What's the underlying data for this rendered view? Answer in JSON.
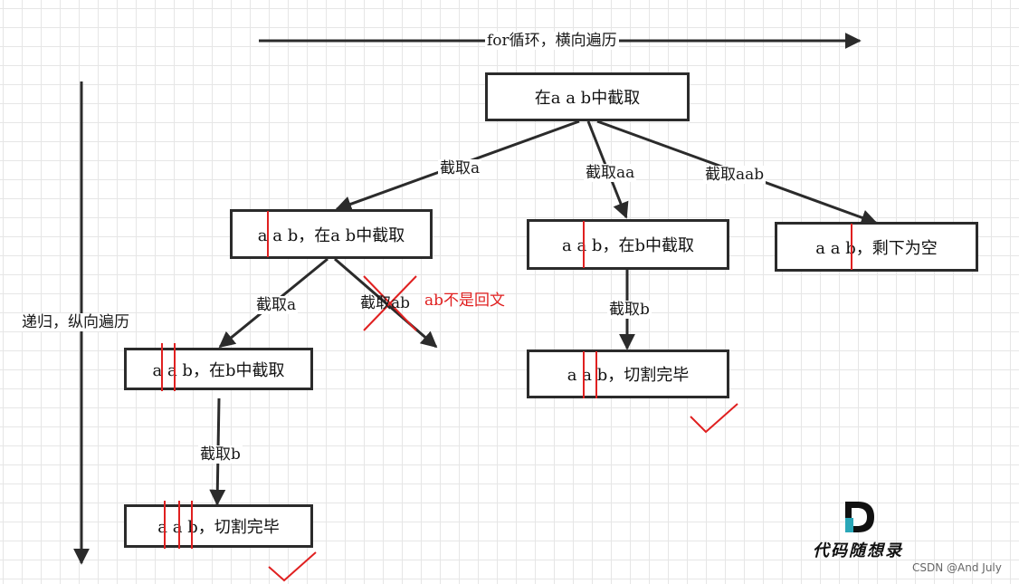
{
  "axes": {
    "horizontal_label": "for循环，横向遍历",
    "vertical_label": "递归，纵向遍历"
  },
  "nodes": {
    "root": "在a a b中截取",
    "l1_left": "a a b，在a b中截取",
    "l1_mid": "a a b，在b中截取",
    "l1_right": "a a b，剩下为空",
    "l2_left": "a a b，在b中截取",
    "l2_mid": "a a b，切割完毕",
    "l3_left": "a a b，切割完毕"
  },
  "edges": {
    "root_left": "截取a",
    "root_mid": "截取aa",
    "root_right": "截取aab",
    "l1left_left": "截取a",
    "l1left_right": "截取ab",
    "l1mid_down": "截取b",
    "l2left_down": "截取b"
  },
  "annotations": {
    "not_palindrome": "ab不是回文"
  },
  "logo": {
    "letter": "D",
    "text": "代码随想录"
  },
  "watermark": "CSDN @And July",
  "colors": {
    "line": "#2b2b2b",
    "accent_red": "#e02020",
    "logo_teal": "#2aa7b8"
  }
}
